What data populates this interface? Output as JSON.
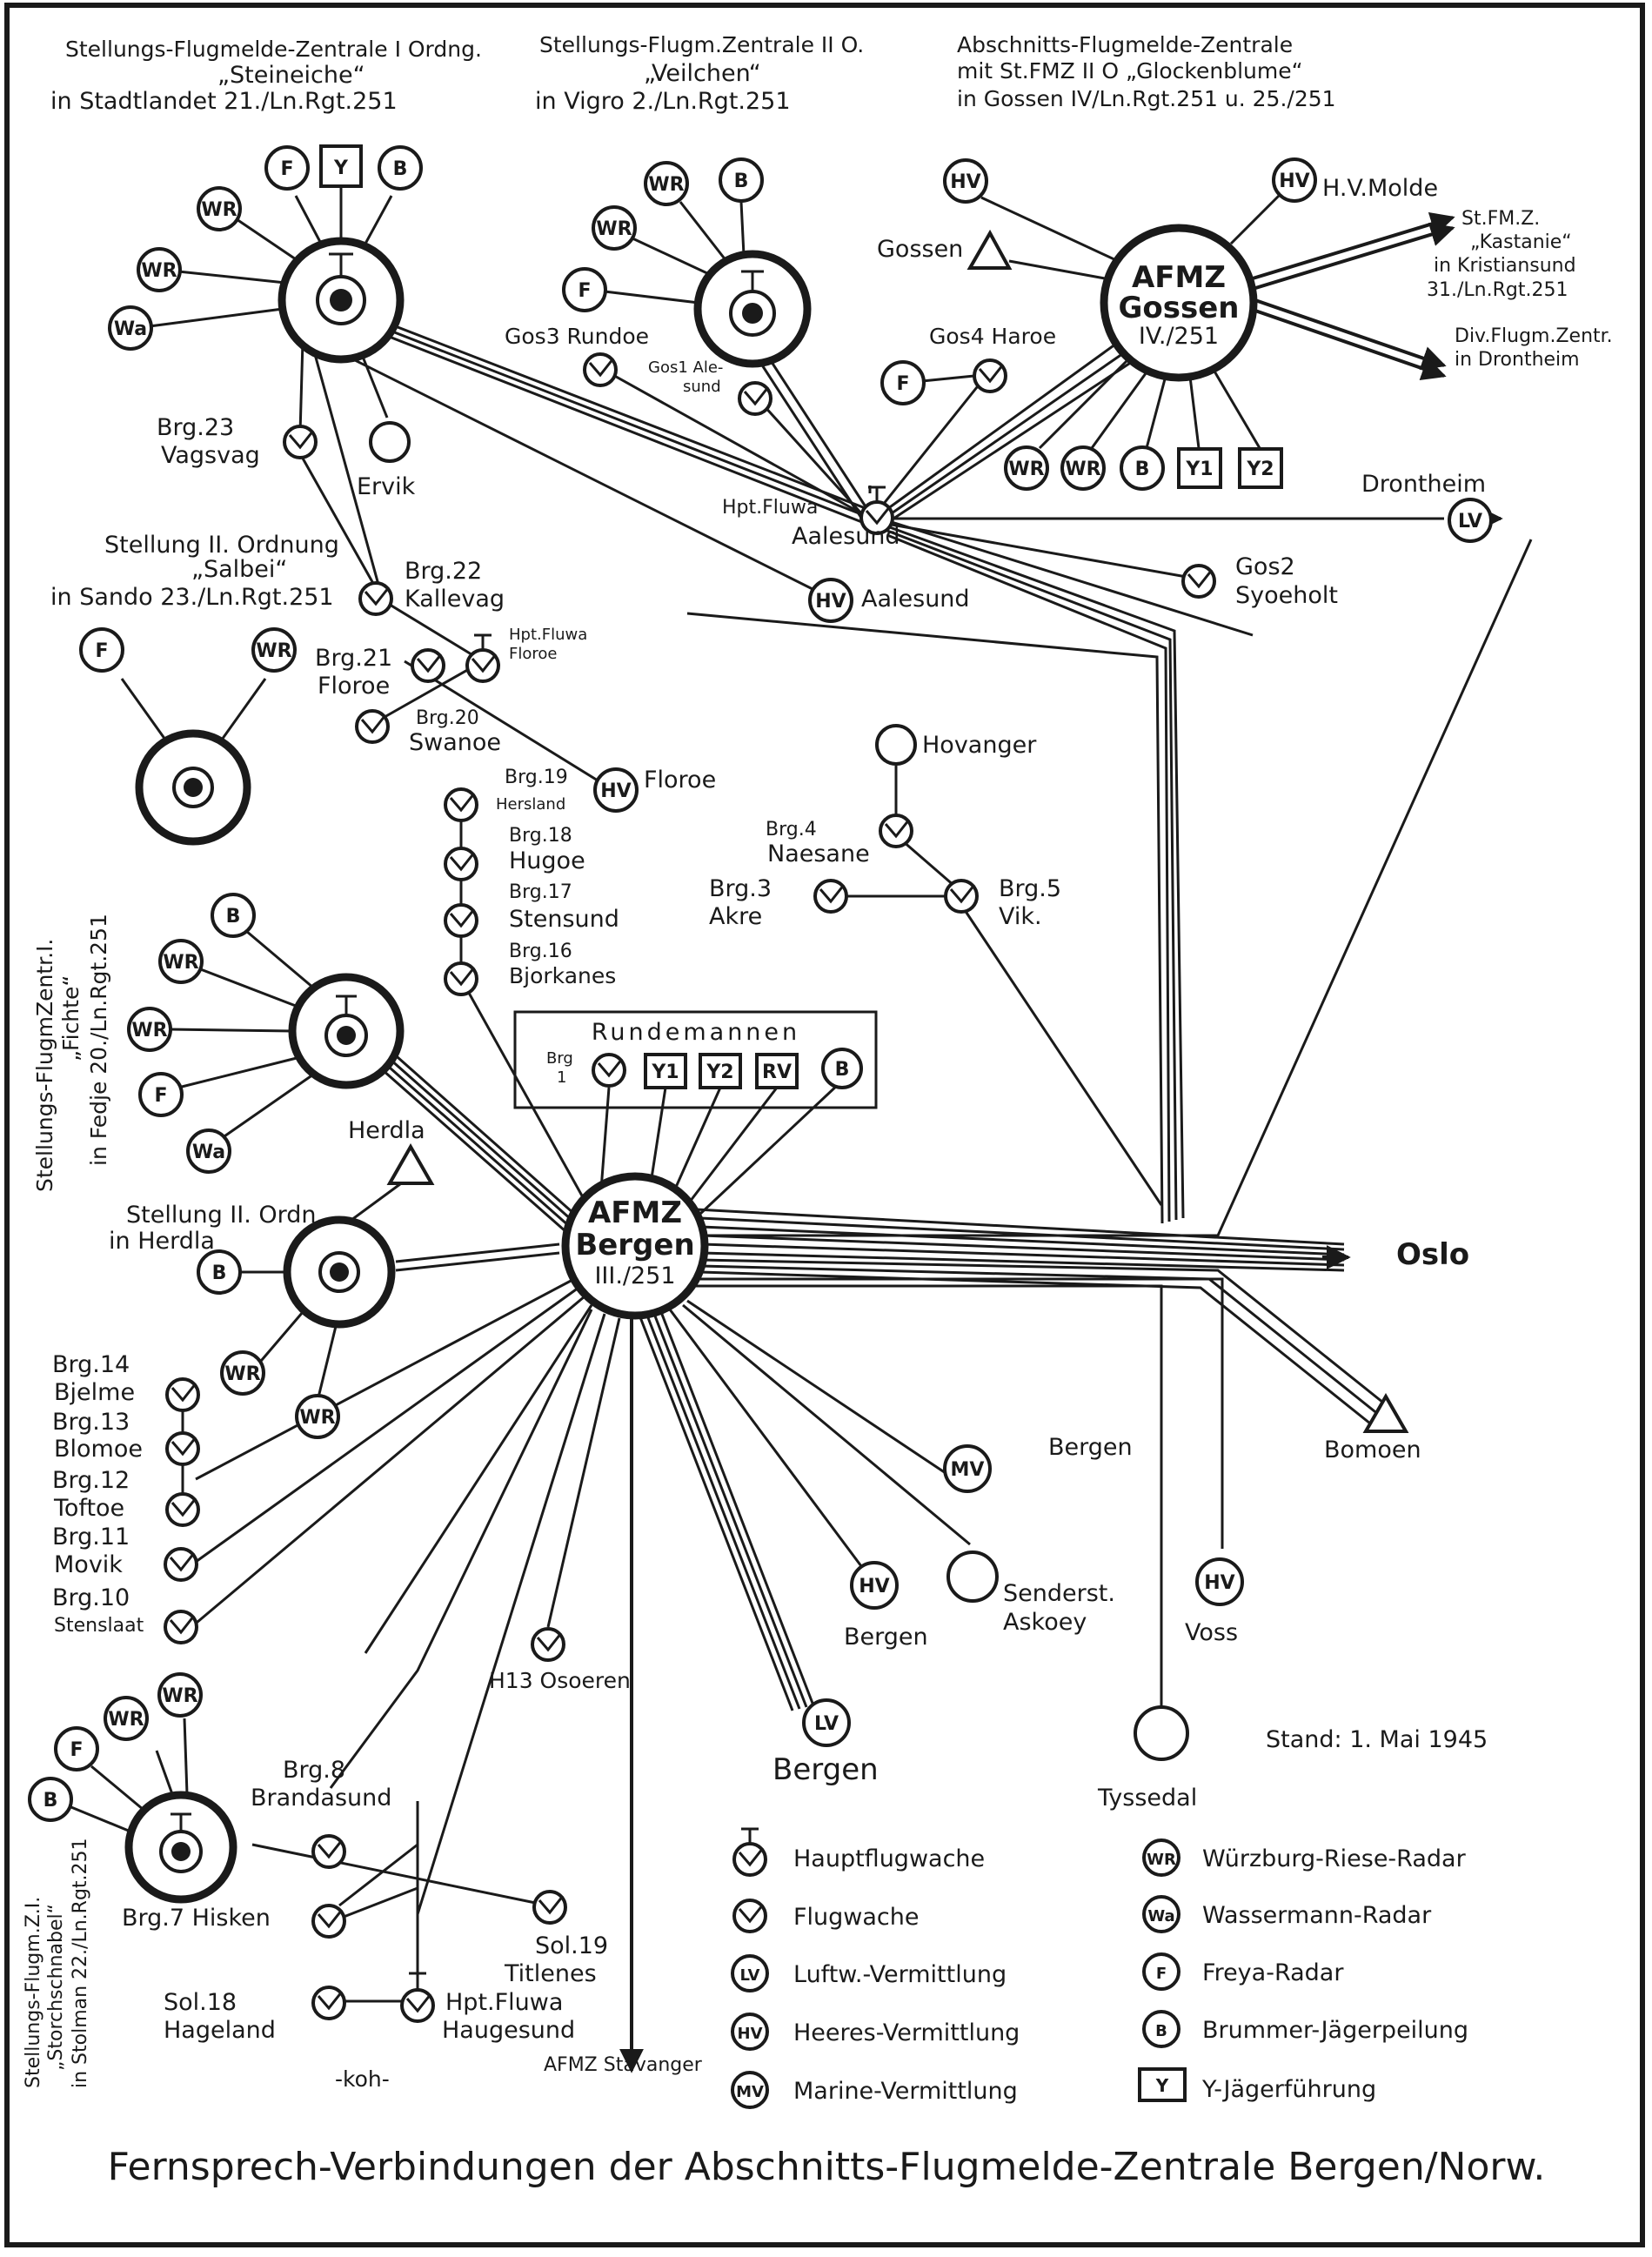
{
  "title": "Fernsprech-Verbindungen der Abschnitts-Flugmelde-Zentrale Bergen/Norw.",
  "stand": "Stand: 1. Mai 1945",
  "signature": "-koh-",
  "headers": {
    "steineiche": [
      "Stellungs-Flugmelde-Zentrale I Ordng.",
      "„Steineiche“",
      "in Stadtlandet 21./Ln.Rgt.251"
    ],
    "veilchen": [
      "Stellungs-Flugm.Zentrale II O.",
      "„Veilchen“",
      "in Vigro 2./Ln.Rgt.251"
    ],
    "glockenblume": [
      "Abschnitts-Flugmelde-Zentrale",
      "mit St.FMZ II O „Glockenblume“",
      "in Gossen IV/Ln.Rgt.251 u. 25./251"
    ],
    "salbei": [
      "Stellung II. Ordnung",
      "„Salbei“",
      "in Sando 23./Ln.Rgt.251"
    ],
    "fichte": [
      "Stellungs-FlugmZentr.I.",
      "„Fichte“",
      "in Fedje 20./Ln.Rgt.251"
    ],
    "herdla_stellung": [
      "Stellung II. Ordn.",
      "in Herdla"
    ],
    "storchschnabel": [
      "Stellungs-Flugm.Z.I.",
      "„Storchschnabel“",
      "in Stolman 22./Ln.Rgt.251"
    ]
  },
  "hubs": {
    "bergen": [
      "AFMZ",
      "Bergen",
      "III./251"
    ],
    "gossen": [
      "AFMZ",
      "Gossen",
      "IV./251"
    ]
  },
  "symbols": {
    "F": "F",
    "B": "B",
    "Y": "Y",
    "WR": "WR",
    "Wa": "Wa",
    "HV": "HV",
    "LV": "LV",
    "MV": "MV",
    "RV": "RV",
    "Y1": "Y1",
    "Y2": "Y2"
  },
  "labels": {
    "ervik": "Ervik",
    "brg23": [
      "Brg.23",
      "Vagsvag"
    ],
    "gos3": "Gos3 Rundoe",
    "gos1": [
      "Gos1 Ale-",
      "sund"
    ],
    "gos4": "Gos4 Haroe",
    "gossen_tri": "Gossen",
    "hv_molde": "H.V.Molde",
    "kastanie": [
      "St.FM.Z.",
      "„Kastanie“",
      "in Kristiansund",
      "31./Ln.Rgt.251"
    ],
    "drontheim_div": [
      "Div.Flugm.Zentr.",
      "in Drontheim"
    ],
    "drontheim": "Drontheim",
    "hpt_aalesund": [
      "Hpt.Fluwa",
      "Aalesund"
    ],
    "aalesund": "Aalesund",
    "gos2": [
      "Gos2",
      "Syoeholt"
    ],
    "brg22": [
      "Brg.22",
      "Kallevag"
    ],
    "brg21": [
      "Brg.21",
      "Floroe"
    ],
    "hpt_floroe": [
      "Hpt.Fluwa",
      "Floroe"
    ],
    "brg20": [
      "Brg.20",
      "Swanoe"
    ],
    "floroe": "Floroe",
    "brg19": [
      "Brg.19",
      "Hersland"
    ],
    "brg18": [
      "Brg.18",
      "Hugoe"
    ],
    "brg17": [
      "Brg.17",
      "Stensund"
    ],
    "brg16": [
      "Brg.16",
      "Bjorkanes"
    ],
    "hovanger": "Hovanger",
    "brg4": [
      "Brg.4",
      "Naesane"
    ],
    "brg3": [
      "Brg.3",
      "Akre"
    ],
    "brg5": [
      "Brg.5",
      "Vik."
    ],
    "rundemannen": "Rundemannen",
    "brg1": [
      "Brg",
      "1"
    ],
    "herdla": "Herdla",
    "oslo": "Oslo",
    "bomoen": "Bomoen",
    "brg14": [
      "Brg.14",
      "Bjelme"
    ],
    "brg13": [
      "Brg.13",
      "Blomoe"
    ],
    "brg12": [
      "Brg.12",
      "Toftoe"
    ],
    "brg11": [
      "Brg.11",
      "Movik"
    ],
    "brg10": [
      "Brg.10",
      "Stenslaat"
    ],
    "mv_bergen": "Bergen",
    "hv_bergen": "Bergen",
    "lv_bergen": "Bergen",
    "senderst": [
      "Senderst.",
      "Askoey"
    ],
    "voss": "Voss",
    "tyssedal": "Tyssedal",
    "h13": "H13 Osoeren",
    "brg8": [
      "Brg.8",
      "Brandasund"
    ],
    "brg7": "Brg.7 Hisken",
    "sol19": [
      "Sol.19",
      "Titlenes"
    ],
    "sol18": [
      "Sol.18",
      "Hageland"
    ],
    "hpt_haugesund": [
      "Hpt.Fluwa",
      "Haugesund"
    ],
    "stavanger": "AFMZ Stavanger"
  },
  "legend": [
    {
      "symbol": "hauptflugwache",
      "label": "Hauptflugwache"
    },
    {
      "symbol": "flugwache",
      "label": "Flugwache"
    },
    {
      "symbol": "LV",
      "label": "Luftw.-Vermittlung"
    },
    {
      "symbol": "HV",
      "label": "Heeres-Vermittlung"
    },
    {
      "symbol": "MV",
      "label": "Marine-Vermittlung"
    },
    {
      "symbol": "WR",
      "label": "Würzburg-Riese-Radar"
    },
    {
      "symbol": "Wa",
      "label": "Wassermann-Radar"
    },
    {
      "symbol": "F",
      "label": "Freya-Radar"
    },
    {
      "symbol": "B",
      "label": "Brummer-Jägerpeilung"
    },
    {
      "symbol": "Y",
      "label": "Y-Jägerführung"
    }
  ],
  "colors": {
    "ink": "#1a1a1a",
    "paper": "#ffffff"
  }
}
